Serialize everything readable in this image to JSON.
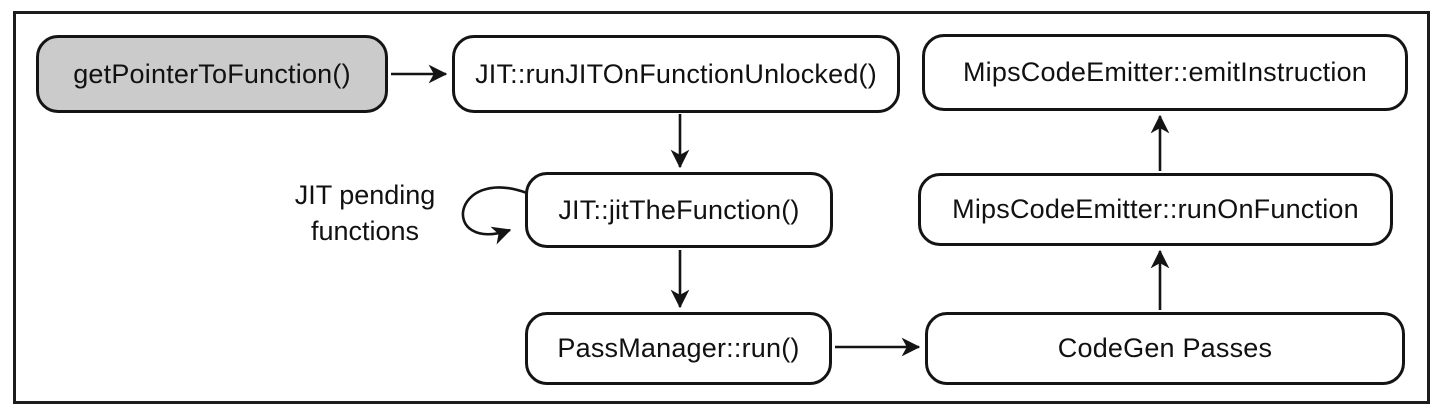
{
  "diagram": {
    "type": "flowchart",
    "description": "JIT compilation call flow ending in MIPS code emission",
    "nodes": [
      {
        "id": "getPointerToFunction",
        "label": "getPointerToFunction()",
        "highlighted": true
      },
      {
        "id": "runJITOnFunctionUnlocked",
        "label": "JIT::runJITOnFunctionUnlocked()",
        "highlighted": false
      },
      {
        "id": "emitInstruction",
        "label": "MipsCodeEmitter::emitInstruction",
        "highlighted": false
      },
      {
        "id": "jitTheFunction",
        "label": "JIT::jitTheFunction()",
        "highlighted": false
      },
      {
        "id": "runOnFunction",
        "label": "MipsCodeEmitter::runOnFunction",
        "highlighted": false
      },
      {
        "id": "passManagerRun",
        "label": "PassManager::run()",
        "highlighted": false
      },
      {
        "id": "codeGenPasses",
        "label": "CodeGen Passes",
        "highlighted": false
      }
    ],
    "edges": [
      {
        "from": "getPointerToFunction",
        "to": "runJITOnFunctionUnlocked",
        "label": ""
      },
      {
        "from": "runJITOnFunctionUnlocked",
        "to": "jitTheFunction",
        "label": ""
      },
      {
        "from": "jitTheFunction",
        "to": "jitTheFunction",
        "label": "JIT pending functions"
      },
      {
        "from": "jitTheFunction",
        "to": "passManagerRun",
        "label": ""
      },
      {
        "from": "passManagerRun",
        "to": "codeGenPasses",
        "label": ""
      },
      {
        "from": "codeGenPasses",
        "to": "runOnFunction",
        "label": ""
      },
      {
        "from": "runOnFunction",
        "to": "emitInstruction",
        "label": ""
      }
    ],
    "self_loop_label": "JIT pending functions",
    "colors": {
      "stroke": "#141414",
      "node_fill": "#ffffff",
      "highlighted_node_fill": "#cbcbcb",
      "background": "#ffffff"
    }
  }
}
